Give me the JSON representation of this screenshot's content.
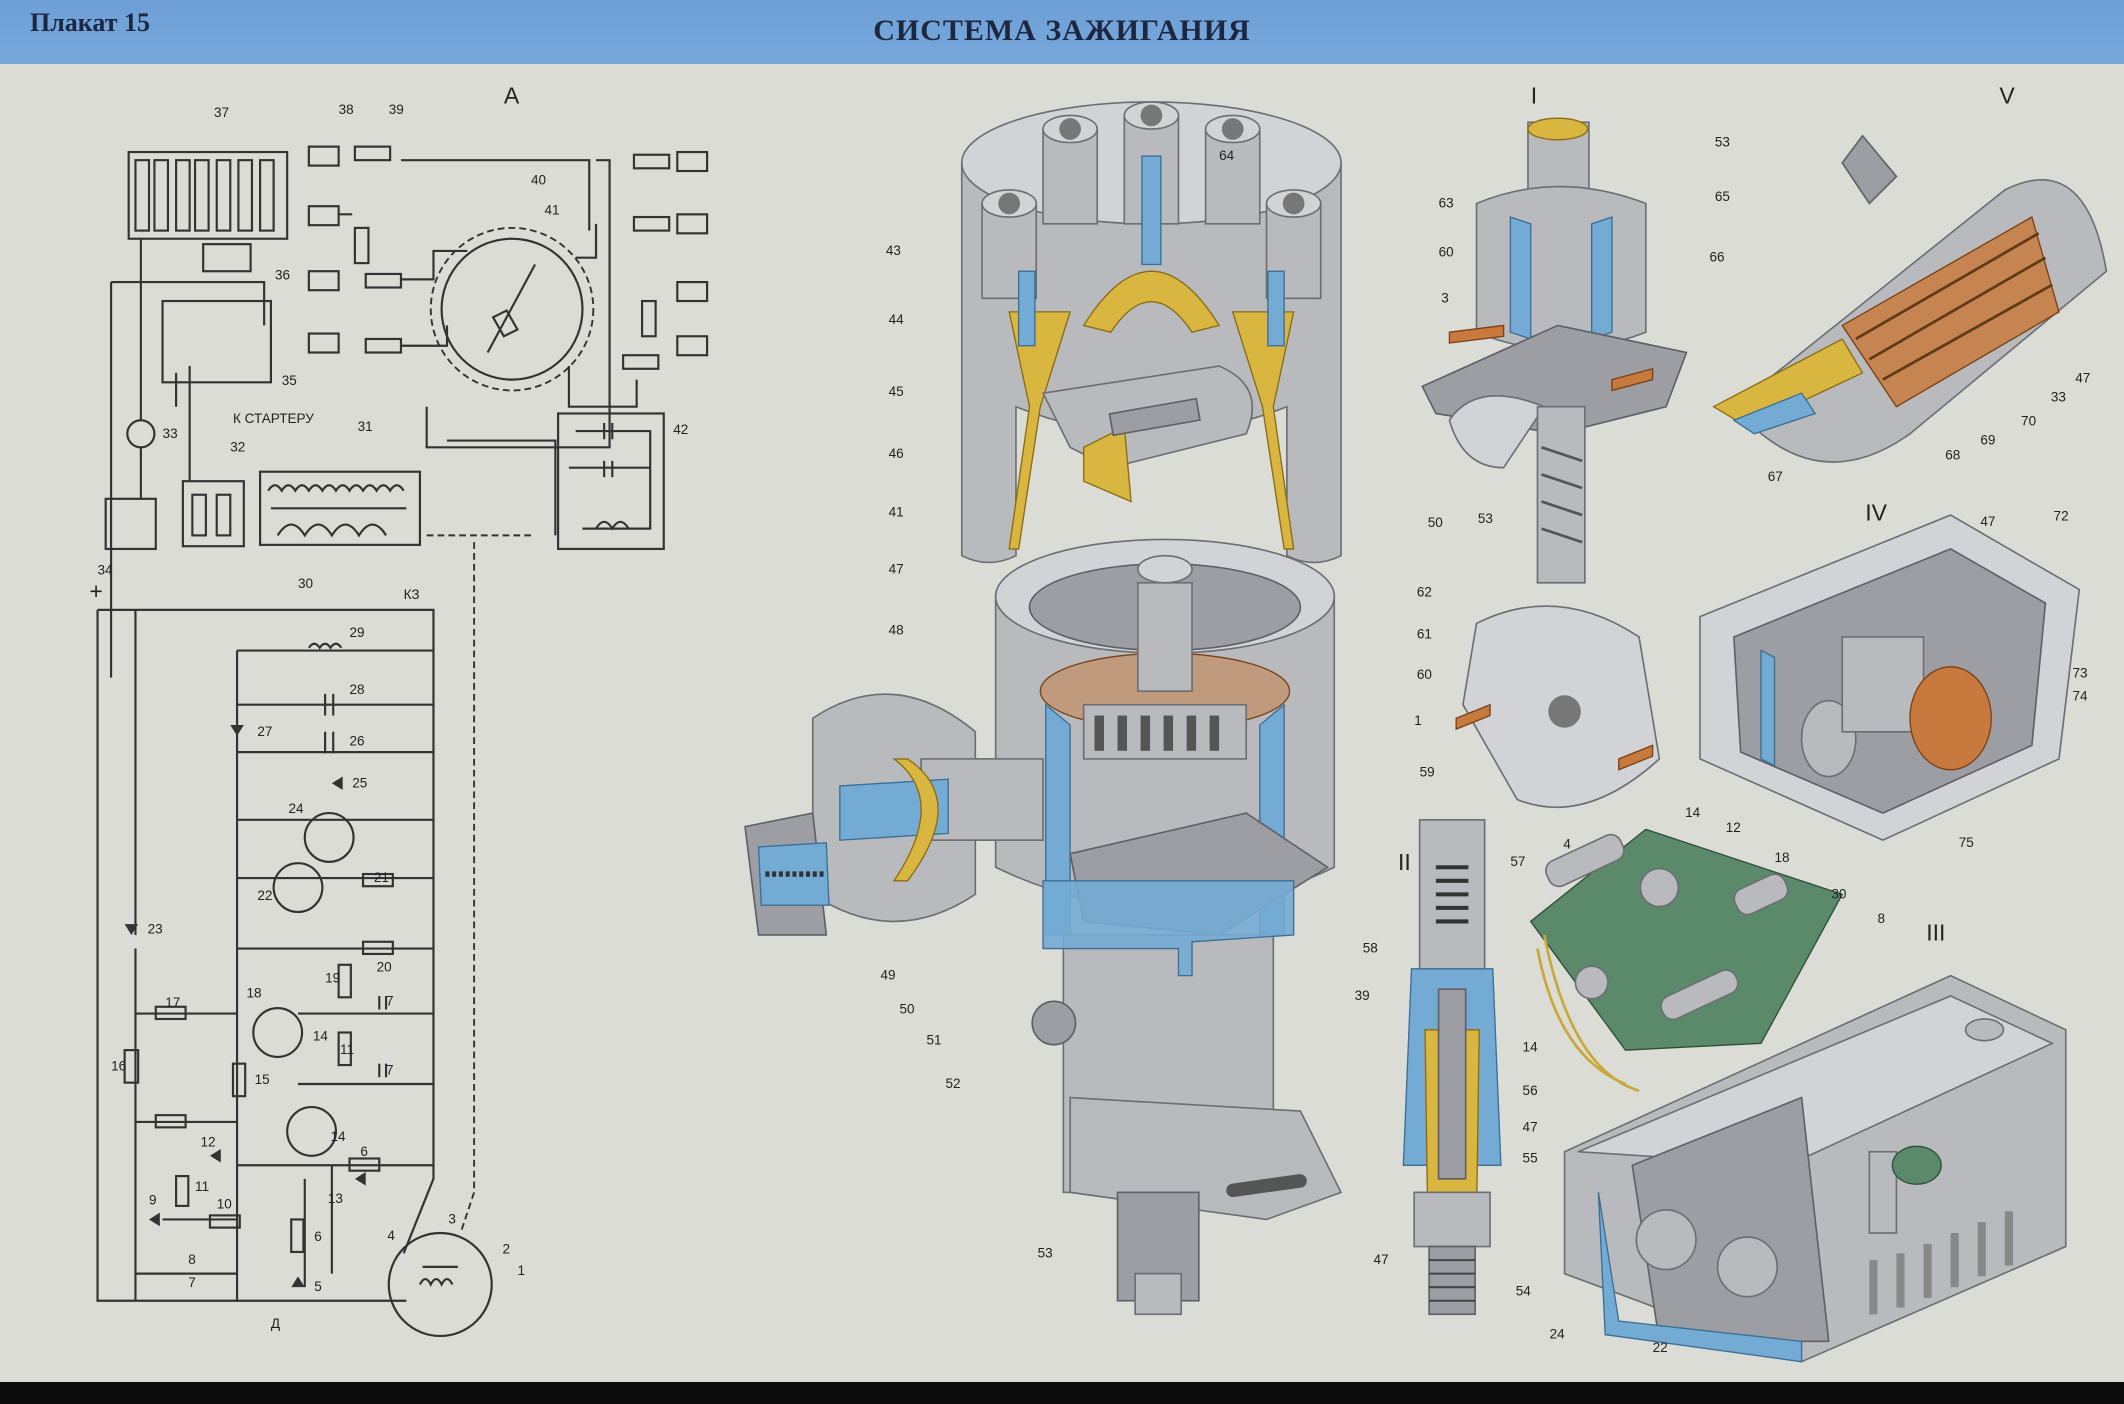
{
  "header": {
    "poster_number": "Плакат 15",
    "title": "СИСТЕМА ЗАЖИГАНИЯ"
  },
  "sections": [
    "A",
    "I",
    "V",
    "IV",
    "III",
    "II"
  ],
  "schematic_text": {
    "starter_label": "К СТАРТЕРУ",
    "plus_label": "+",
    "kz_label": "КЗ",
    "d_label": "Д"
  },
  "callouts": [
    "37",
    "38",
    "39",
    "40",
    "41",
    "36",
    "35",
    "33",
    "32",
    "31",
    "42",
    "34",
    "30",
    "29",
    "28",
    "27",
    "26",
    "25",
    "24",
    "22",
    "21",
    "20",
    "19",
    "18",
    "17",
    "7",
    "14",
    "11",
    "16",
    "15",
    "7",
    "23",
    "14",
    "12",
    "6",
    "11",
    "13",
    "9",
    "10",
    "4",
    "8",
    "7",
    "6",
    "3",
    "2",
    "1",
    "5",
    "64",
    "43",
    "44",
    "45",
    "46",
    "41",
    "47",
    "48",
    "62",
    "61",
    "60",
    "1",
    "58",
    "49",
    "50",
    "51",
    "52",
    "53",
    "63",
    "53",
    "65",
    "60",
    "3",
    "66",
    "50",
    "53",
    "59",
    "47",
    "33",
    "70",
    "69",
    "68",
    "67",
    "47",
    "72",
    "73",
    "74",
    "75",
    "57",
    "39",
    "55",
    "47",
    "54",
    "4",
    "14",
    "12",
    "18",
    "30",
    "8",
    "14",
    "56",
    "47",
    "24",
    "22"
  ],
  "colors": {
    "header_blue": "#6d9fd6",
    "paper": "#dcdcd6",
    "insulator_yellow": "#d8b640",
    "section_blue": "#74abd4",
    "metal_gray": "#b9babd"
  }
}
